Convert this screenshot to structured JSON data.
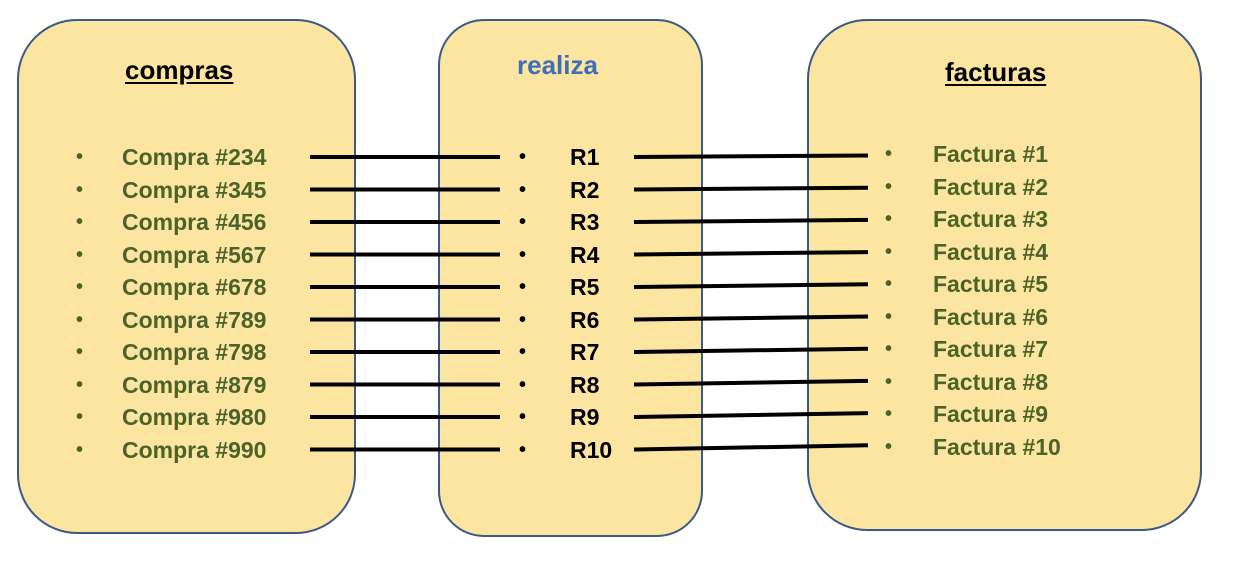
{
  "boxes": {
    "left": {
      "title": "compras",
      "items": [
        "Compra #234",
        "Compra #345",
        "Compra #456",
        "Compra #567",
        "Compra #678",
        "Compra #789",
        "Compra #798",
        "Compra #879",
        "Compra #980",
        "Compra #990"
      ]
    },
    "mid": {
      "title": "realiza",
      "items": [
        "R1",
        "R2",
        "R3",
        "R4",
        "R5",
        "R6",
        "R7",
        "R8",
        "R9",
        "R10"
      ]
    },
    "right": {
      "title": "facturas",
      "items": [
        "Factura #1",
        "Factura #2",
        "Factura #3",
        "Factura #4",
        "Factura #5",
        "Factura #6",
        "Factura #7",
        "Factura #8",
        "Factura #9",
        "Factura #10"
      ]
    }
  },
  "bullet": "•",
  "colors": {
    "box_fill": "#fbe5a0",
    "box_border": "#3a5a86",
    "item_text": "#4b6328",
    "mid_title": "#3f6eb8"
  }
}
